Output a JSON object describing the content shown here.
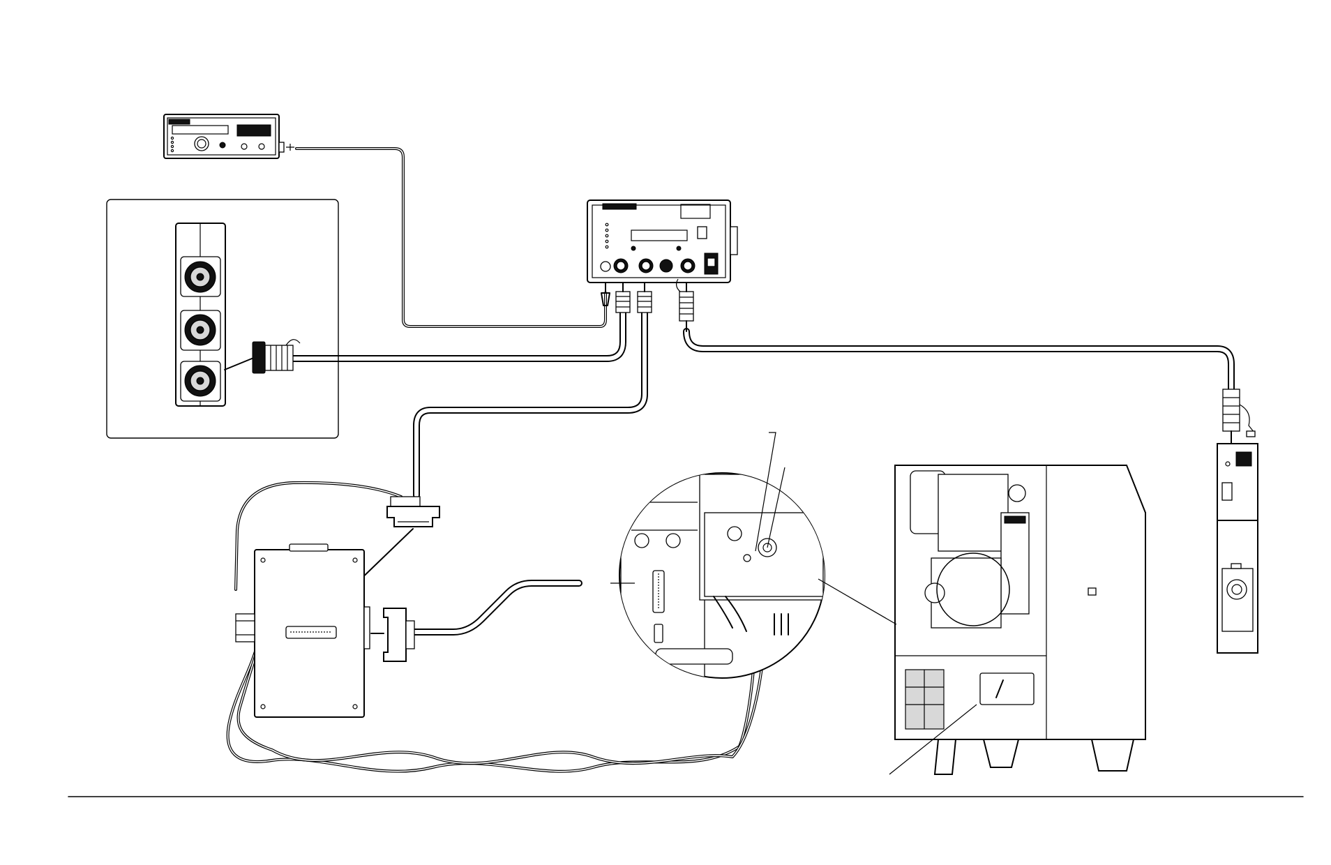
{
  "figure": {
    "text_labels": [],
    "components": [
      "remote-control-pendant",
      "control-module",
      "connector-panel-inset",
      "interface-box",
      "magnified-detail-circle",
      "plasma-power-supply",
      "torch-lifter"
    ],
    "colors": {
      "line": "#000000",
      "background": "#ffffff",
      "panel-fill": "#d8d8d8"
    }
  }
}
